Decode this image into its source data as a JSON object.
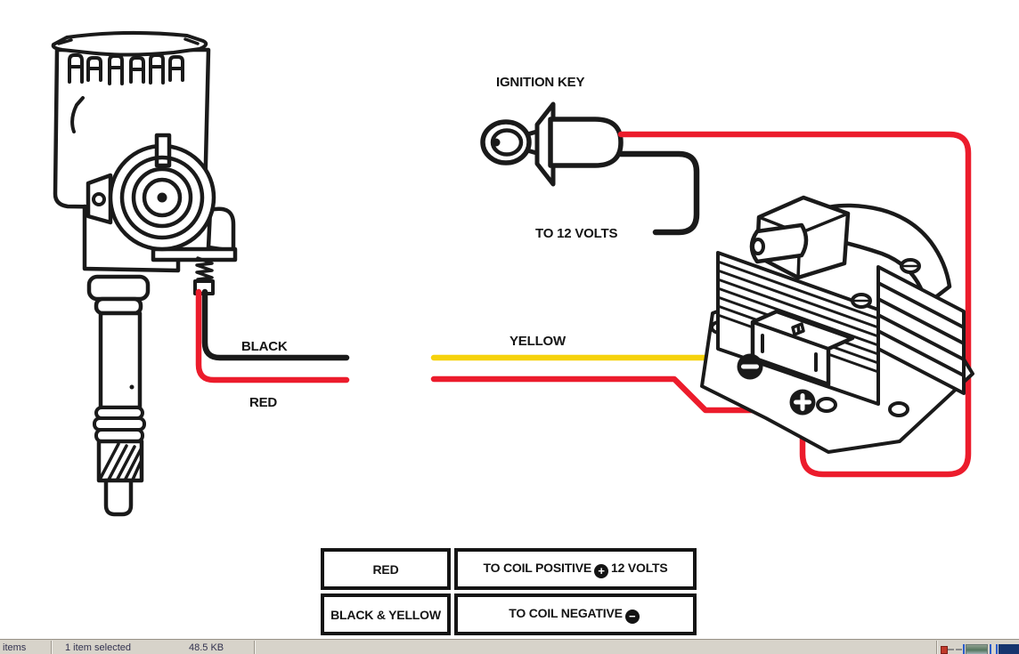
{
  "labels": {
    "ignition_key": "IGNITION KEY",
    "to_12_volts": "TO 12 VOLTS",
    "black": "BLACK",
    "red": "RED",
    "yellow": "YELLOW"
  },
  "colors": {
    "wire_red": "#ec1c2c",
    "wire_yellow": "#f6d20c",
    "wire_black": "#1a1a1a",
    "line_art": "#1a1a1a"
  },
  "legend_table": {
    "rows": [
      {
        "wire": "RED",
        "desc": "TO COIL POSITIVE",
        "symbol": "+",
        "desc_suffix": "12 VOLTS"
      },
      {
        "wire": "BLACK & YELLOW",
        "desc": "TO COIL NEGATIVE",
        "symbol": "−",
        "desc_suffix": ""
      }
    ]
  },
  "status_bar": {
    "left": "items",
    "selection": "1 item selected",
    "size": "48.5 KB"
  }
}
